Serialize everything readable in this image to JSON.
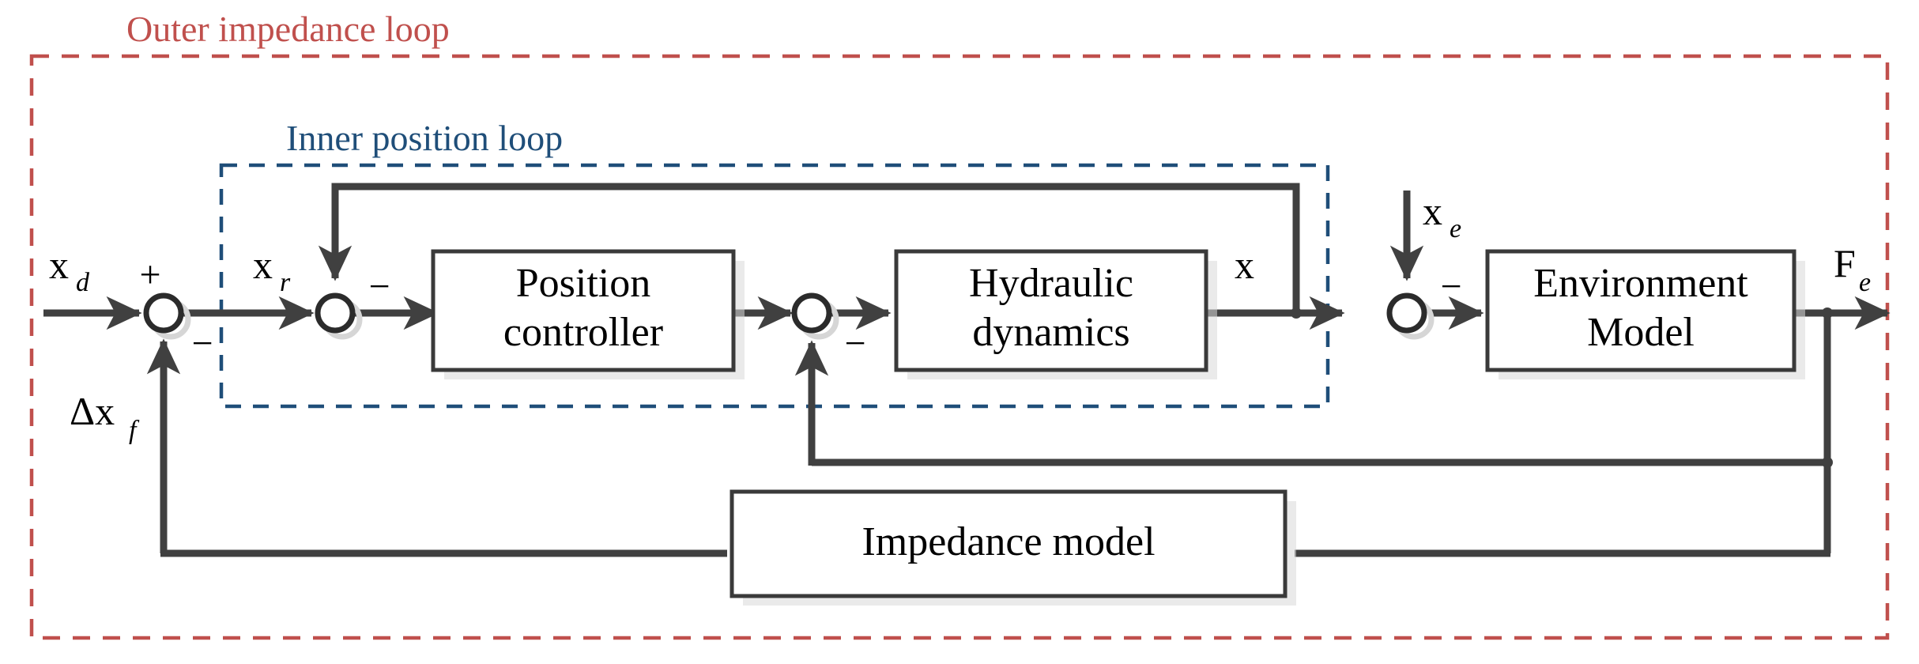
{
  "diagram": {
    "title": "Hydraulic impedance control block diagram",
    "colors": {
      "outer_loop": "#C0504D",
      "inner_loop": "#1F4E79",
      "wire": "#404040",
      "block_border": "#3a3a3a",
      "background": "#ffffff"
    },
    "loops": [
      {
        "id": "outer",
        "label": "Outer impedance loop",
        "color": "#C0504D",
        "style": "dashed"
      },
      {
        "id": "inner",
        "label": "Inner position loop",
        "color": "#1F4E79",
        "style": "dashed"
      }
    ],
    "blocks": [
      {
        "id": "position-controller",
        "line1": "Position",
        "line2": "controller"
      },
      {
        "id": "hydraulic-dynamics",
        "line1": "Hydraulic",
        "line2": "dynamics"
      },
      {
        "id": "environment-model",
        "line1": "Environment",
        "line2": "Model"
      },
      {
        "id": "impedance-model",
        "line1": "Impedance model",
        "line2": ""
      }
    ],
    "signals": [
      {
        "id": "xd",
        "base": "x",
        "sub": "d",
        "desc": "desired position input"
      },
      {
        "id": "dxf",
        "base": "Δx",
        "sub": "f",
        "desc": "impedance position correction feedback"
      },
      {
        "id": "xr",
        "base": "x",
        "sub": "r",
        "desc": "reference position to inner loop"
      },
      {
        "id": "x",
        "base": "x",
        "sub": "",
        "desc": "actual position output"
      },
      {
        "id": "xe",
        "base": "x",
        "sub": "e",
        "desc": "environment position"
      },
      {
        "id": "Fe",
        "base": "F",
        "sub": "e",
        "desc": "environment contact force"
      }
    ],
    "junctions": [
      {
        "id": "sum-outer",
        "signs": {
          "top": "+",
          "bottom": "−"
        }
      },
      {
        "id": "sum-position",
        "signs": {
          "right": "−"
        }
      },
      {
        "id": "sum-force",
        "signs": {
          "right": "−"
        }
      },
      {
        "id": "sum-environment",
        "signs": {
          "right": "−"
        }
      }
    ]
  }
}
